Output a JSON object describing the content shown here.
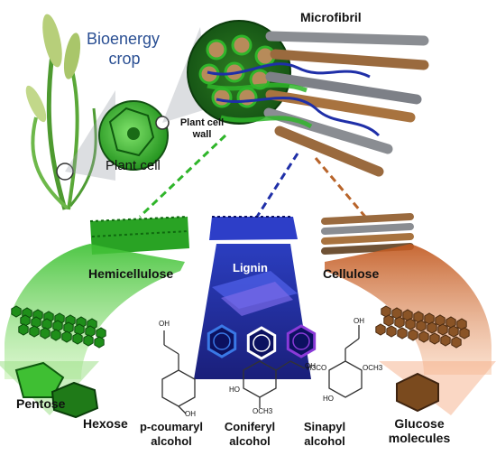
{
  "labels": {
    "bioenergy_line1": "Bioenergy",
    "bioenergy_line2": "crop",
    "microfibril": "Microfibril",
    "plant_cell": "Plant cell",
    "plant_cell_wall_line1": "Plant cell",
    "plant_cell_wall_line2": "wall",
    "hemicellulose": "Hemicellulose",
    "lignin": "Lignin",
    "cellulose": "Cellulose",
    "pentose": "Pentose",
    "hexose": "Hexose",
    "p_coumaryl_line1": "p-coumaryl",
    "p_coumaryl_line2": "alcohol",
    "coniferyl_line1": "Coniferyl",
    "coniferyl_line2": "alcohol",
    "sinapyl_line1": "Sinapyl",
    "sinapyl_line2": "alcohol",
    "glucose_line1": "Glucose",
    "glucose_line2": "molecules"
  },
  "chem": {
    "oh": "OH",
    "ho": "HO",
    "och3": "OCH3",
    "h3co": "H3CO"
  },
  "colors": {
    "hemicellulose": "#2fb52a",
    "lignin": "#1f2fa8",
    "cellulose": "#b8642a",
    "title_blue": "#2a4f93"
  }
}
